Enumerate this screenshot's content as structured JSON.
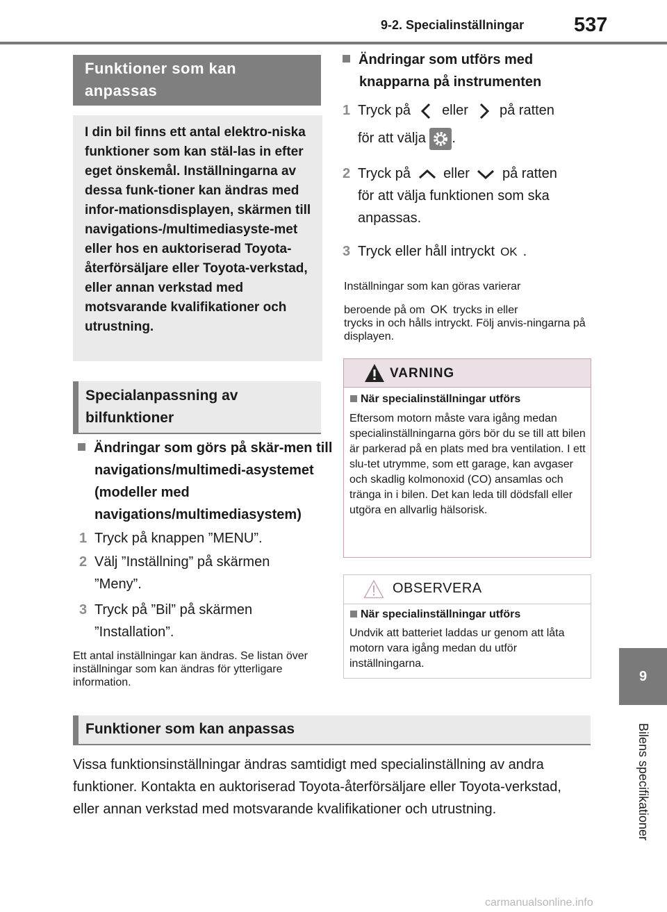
{
  "header": {
    "section": "9-2. Specialinställningar",
    "page_number": "537"
  },
  "chapter_tab": {
    "number": "9",
    "label": "Bilens specifikationer"
  },
  "intro_box": {
    "title": "Funktioner som kan anpassas",
    "body": "I din bil finns ett antal elektro-niska funktioner som kan stäl-las in efter eget önskemål. Inställningarna av dessa funk-tioner kan ändras med infor-mationsdisplayen, skärmen till navigations-/multimediasyste-met eller hos en auktoriserad Toyota-återförsäljare eller Toyota-verkstad, eller annan verkstad med motsvarande kvalifikationer och utrustning."
  },
  "special_section": {
    "title": "Specialanpassning av bilfunktioner",
    "nav_heading": "Ändringar som görs på skär-men till navigations/multimedi-asystemet (modeller med navigations/multimediasystem)",
    "nav_steps": [
      {
        "num": "1",
        "line1": "Tryck på knappen ”MENU”.",
        "line2": ""
      },
      {
        "num": "2",
        "line1": "Välj ”Inställning” på skärmen",
        "line2": "”Meny”."
      },
      {
        "num": "3",
        "line1": "Tryck på ”Bil” på skärmen",
        "line2": "”Installation”."
      }
    ],
    "nav_note": "Ett antal inställningar kan ändras. Se listan över inställningar som kan ändras för ytterligare information."
  },
  "instrument_section": {
    "heading": "Ändringar som utförs med knapparna på instrumenten",
    "step1": {
      "num": "1",
      "a": "Tryck på",
      "b": "eller",
      "c": "på ratten",
      "d": "för att välja",
      "e": "."
    },
    "step2": {
      "num": "2",
      "a": "Tryck på",
      "b": "eller",
      "c": "på ratten",
      "d": "för att välja funktionen som ska",
      "e": "anpassas."
    },
    "step3": {
      "num": "3",
      "a": "Tryck eller håll intryckt",
      "ok": "OK",
      "e": "."
    },
    "note_a": "Inställningar som kan göras varierar",
    "note_b": "beroende på om",
    "note_ok": "OK",
    "note_c": "trycks in eller",
    "note_d": "trycks in och hålls intryckt. Följ anvis-ningarna på displayen."
  },
  "warning": {
    "title": "VARNING",
    "subheading": "När specialinställningar utförs",
    "text": "Eftersom motorn måste vara igång medan specialinställningarna görs bör du se till att bilen är parkerad på en plats med bra ventilation. I ett slu-tet utrymme, som ett garage, kan avgaser och skadlig kolmonoxid (CO) ansamlas och tränga in i bilen. Det kan leda till dödsfall eller utgöra en allvarlig hälsorisk."
  },
  "notice": {
    "title": "OBSERVERA",
    "subheading": "När specialinställningar utförs",
    "text": "Undvik att batteriet laddas ur genom att låta motorn vara igång medan du utför inställningarna."
  },
  "functions_section": {
    "title": "Funktioner som kan anpassas",
    "body": "Vissa funktionsinställningar ändras samtidigt med specialinställning av andra funktioner. Kontakta en auktoriserad Toyota-återförsäljare eller Toyota-verkstad, eller annan verkstad med motsvarande kvalifikationer och utrustning."
  },
  "footer": {
    "watermark": "carmanualsonline.info"
  },
  "colors": {
    "gray_bar": "#7f7f7f",
    "light_gray": "#eaeaea",
    "warning_head": "#ebe0e6",
    "warning_border": "#c4a3b8"
  },
  "icons": [
    "left-chevron-icon",
    "right-chevron-icon",
    "settings-gear-icon",
    "up-chevron-icon",
    "down-chevron-icon",
    "warning-triangle-icon",
    "notice-triangle-icon"
  ]
}
